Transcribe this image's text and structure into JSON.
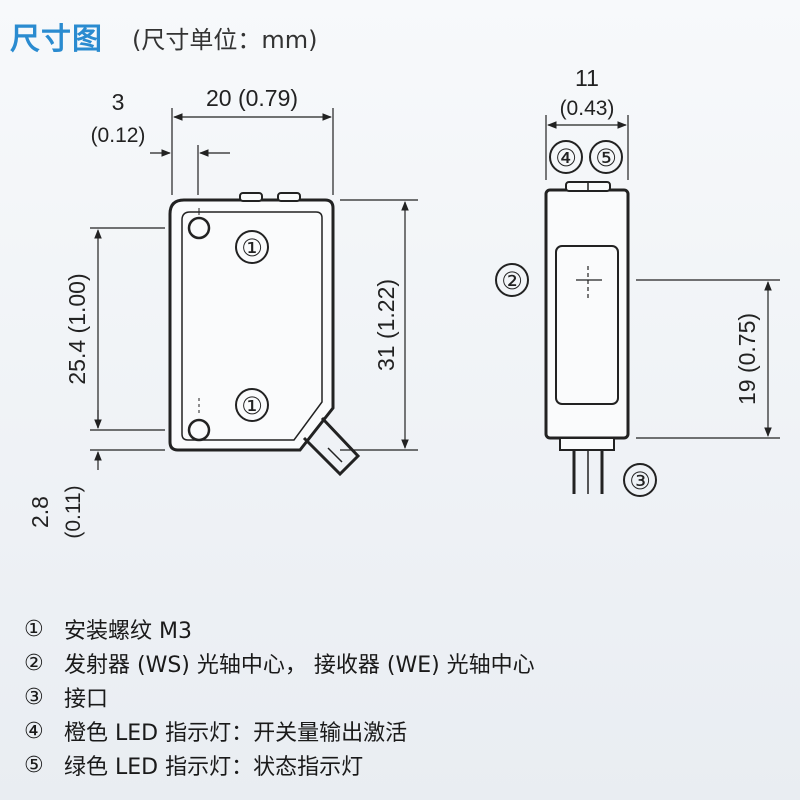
{
  "header": {
    "title": "尺寸图",
    "subtitle": "(尺寸单位：mm)"
  },
  "front_view": {
    "dim_top_width": "20 (0.79)",
    "dim_offset_value": "3",
    "dim_offset_inch": "(0.12)",
    "dim_height": "31 (1.22)",
    "dim_hole_spacing": "25.4 (1.00)",
    "dim_bottom_value": "2.8",
    "dim_bottom_inch": "(0.11)",
    "callout_top_hole": "①",
    "callout_bottom_hole": "①"
  },
  "side_view": {
    "dim_width_value": "11",
    "dim_width_inch": "(0.43)",
    "led_orange_marker": "④",
    "led_green_marker": "⑤",
    "callout_optical_axis": "②",
    "callout_connector": "③",
    "dim_axis_height": "19 (0.75)"
  },
  "legend": [
    {
      "marker": "①",
      "text": "安装螺纹 M3"
    },
    {
      "marker": "②",
      "text": "发射器 (WS) 光轴中心， 接收器 (WE) 光轴中心"
    },
    {
      "marker": "③",
      "text": "接口"
    },
    {
      "marker": "④",
      "text": "橙色 LED 指示灯：开关量输出激活"
    },
    {
      "marker": "⑤",
      "text": "绿色 LED 指示灯：状态指示灯"
    }
  ],
  "colors": {
    "title": "#2a8bd0",
    "line": "#222222",
    "body_fill": "#fafbfc"
  }
}
